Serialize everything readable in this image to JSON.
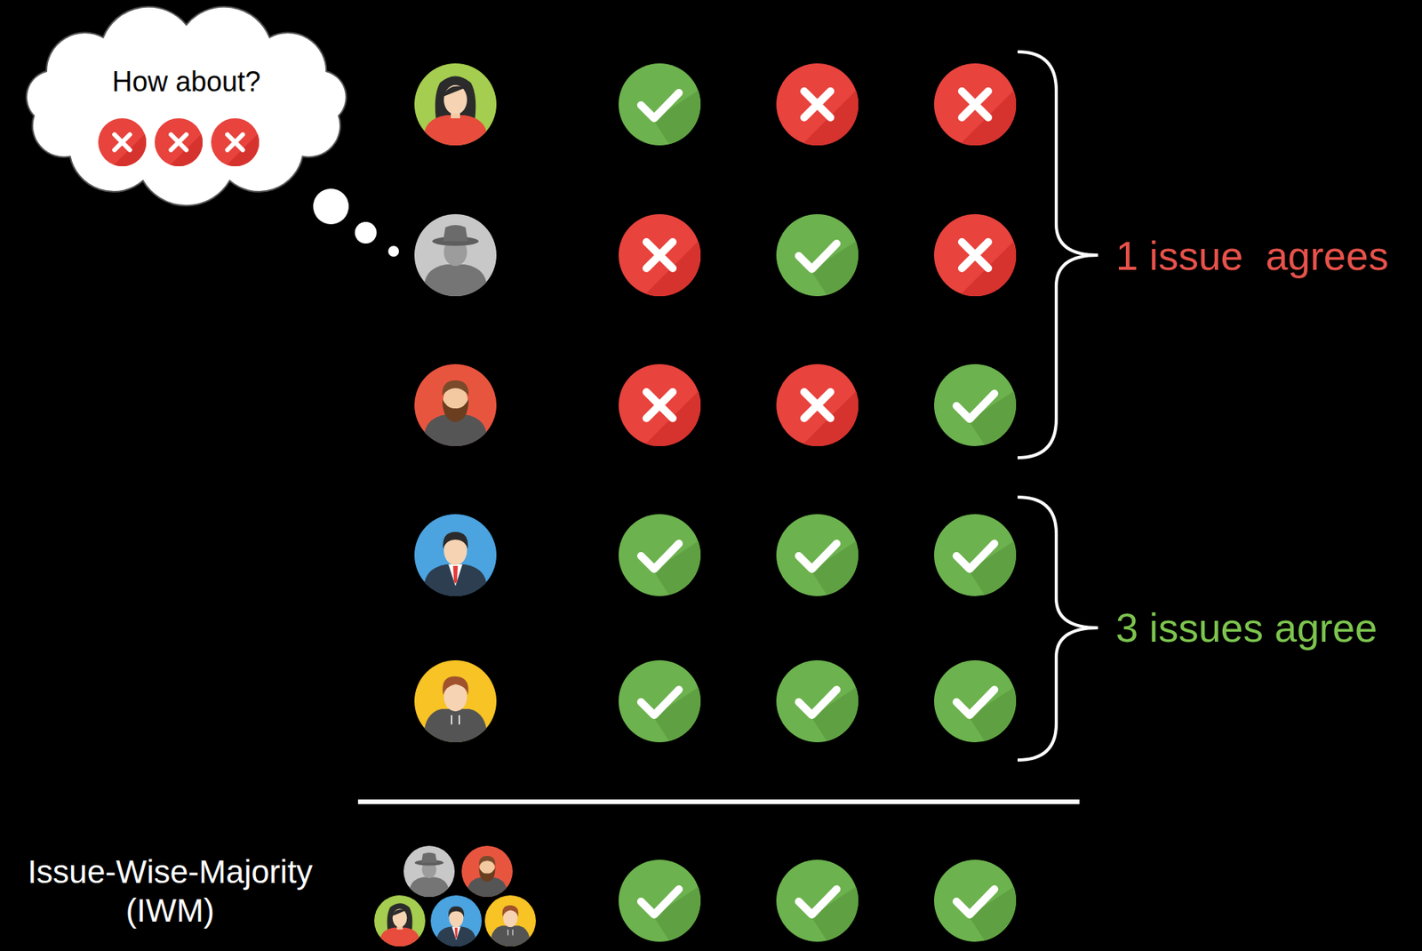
{
  "diagram": {
    "nodes": [
      {
        "text": [
          "How about?"
        ]
      }
    ],
    "labels": [
      "1 issue  agrees",
      "3 issues agree",
      "Issue-Wise-Majority (IWM)"
    ]
  }
}
